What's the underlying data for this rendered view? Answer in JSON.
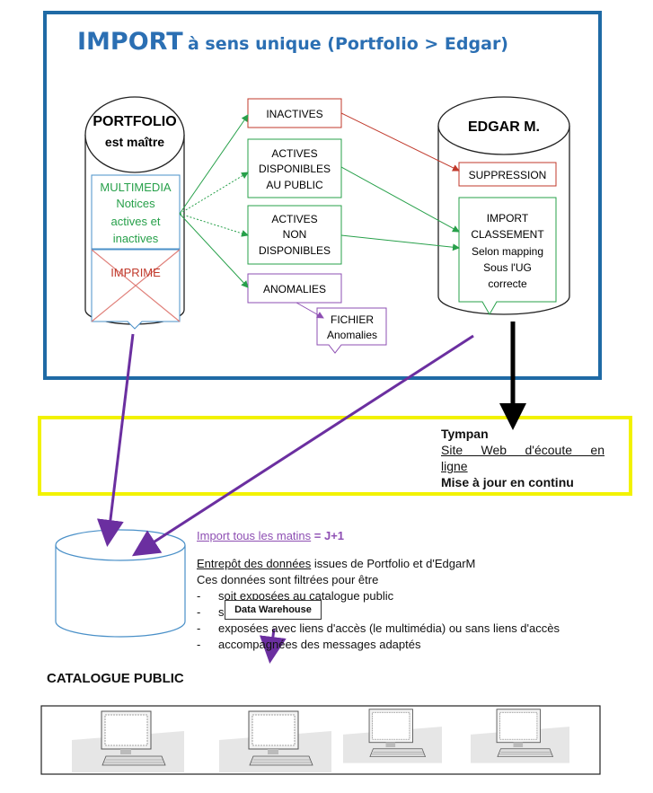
{
  "title": {
    "import": "IMPORT",
    "rest": "à sens unique (Portfolio > Edgar)"
  },
  "portfolio": {
    "line1": "PORTFOLIO",
    "line2": "est maître",
    "multimedia": [
      "MULTIMEDIA",
      "Notices",
      "actives et",
      "inactives"
    ],
    "imprime": "IMPRIME"
  },
  "edgar": {
    "title": "EDGAR M.",
    "suppression": "SUPPRESSION",
    "import": [
      "IMPORT",
      "CLASSEMENT",
      "Selon mapping",
      "Sous l'UG",
      "correcte"
    ]
  },
  "middle": {
    "inactives": "INACTIVES",
    "actives_dispo": [
      "ACTIVES",
      "DISPONIBLES",
      "AU PUBLIC"
    ],
    "actives_non": [
      "ACTIVES",
      "NON",
      "DISPONIBLES"
    ],
    "anomalies": "ANOMALIES",
    "fichier": [
      "FICHIER",
      "Anomalies"
    ]
  },
  "tympan": {
    "title": "Tympan",
    "desc_line1": "Site Web d'écoute en",
    "desc_line2": "ligne",
    "update": "Mise à jour en continu"
  },
  "warehouse": {
    "import_daily": "Import tous les matins",
    "jplus": "= J+1",
    "entrepot": "Entrepôt des données",
    "entrepot_rest": "issues de Portfolio et d'EdgarM",
    "filtered": "Ces données sont filtrées pour être",
    "bullets": [
      "soit exposées au catalogue public",
      "soit",
      "exposées avec liens d'accès (le multimédia) ou sans liens d'accès",
      "accompagnées des messages adaptés"
    ],
    "label": "Data Warehouse"
  },
  "catalogue": {
    "title": "CATALOGUE PUBLIC"
  },
  "colors": {
    "frame_blue": "#1f6aa5",
    "title_blue": "#2b6fb3",
    "red": "#c0392b",
    "green": "#27a04a",
    "purple": "#8e4fb3",
    "yellow": "#f2f200",
    "arrow_purple": "#6b2fa0"
  }
}
